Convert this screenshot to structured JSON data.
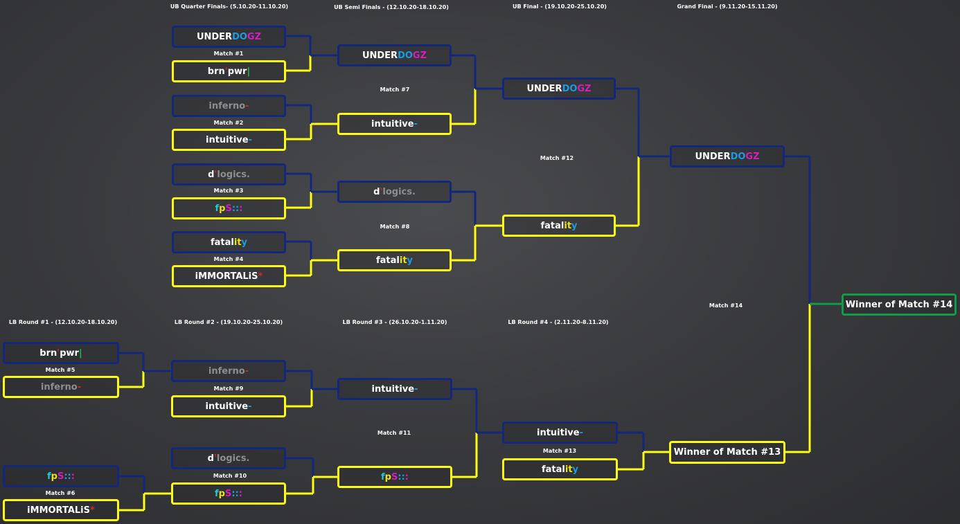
{
  "colors": {
    "upper_wire": "#13287a",
    "lower_wire": "#ffff14",
    "final_wire": "#119b4b"
  },
  "headers": [
    {
      "id": "ubqf",
      "text": "UB Quarter Finals- (5.10.20-11.10.20)"
    },
    {
      "id": "ubsf",
      "text": "UB Semi Finals - (12.10.20-18.10.20)"
    },
    {
      "id": "ubf",
      "text": "UB Final - (19.10.20-25.10.20)"
    },
    {
      "id": "gf",
      "text": "Grand Final - (9.11.20-15.11.20)"
    },
    {
      "id": "lb1",
      "text": "LB Round #1 - (12.10.20-18.10.20)"
    },
    {
      "id": "lb2",
      "text": "LB Round #2 - (19.10.20-25.10.20)"
    },
    {
      "id": "lb3",
      "text": "LB Round #3 - (26.10.20-1.11.20)"
    },
    {
      "id": "lb4",
      "text": "LB Round #4 - (2.11.20-8.11.20)"
    }
  ],
  "matches": [
    {
      "id": "m1",
      "label": "Match #1"
    },
    {
      "id": "m2",
      "label": "Match #2"
    },
    {
      "id": "m3",
      "label": "Match #3"
    },
    {
      "id": "m4",
      "label": "Match #4"
    },
    {
      "id": "m5",
      "label": "Match #5"
    },
    {
      "id": "m6",
      "label": "Match #6"
    },
    {
      "id": "m7",
      "label": "Match #7"
    },
    {
      "id": "m8",
      "label": "Match #8"
    },
    {
      "id": "m9",
      "label": "Match #9"
    },
    {
      "id": "m10",
      "label": "Match #10"
    },
    {
      "id": "m11",
      "label": "Match #11"
    },
    {
      "id": "m12",
      "label": "Match #12"
    },
    {
      "id": "m13",
      "label": "Match #13"
    },
    {
      "id": "m14",
      "label": "Match #14"
    }
  ],
  "teams": {
    "underdogz": {
      "parts": [
        {
          "t": "UNDER",
          "c": "#ffffff"
        },
        {
          "t": "DO",
          "c": "#1e9be0"
        },
        {
          "t": "GZ",
          "c": "#d31fbe"
        }
      ]
    },
    "brnpwr": {
      "parts": [
        {
          "t": "brn",
          "c": "#ffffff"
        },
        {
          "t": "'",
          "c": "#cc2a2a"
        },
        {
          "t": "pwr",
          "c": "#ffffff"
        },
        {
          "t": "|",
          "c": "#1fbf4b"
        }
      ]
    },
    "inferno": {
      "parts": [
        {
          "t": "inferno",
          "c": "#8d8e90"
        },
        {
          "t": " -",
          "c": "#cc2a2a"
        }
      ]
    },
    "intuitive": {
      "parts": [
        {
          "t": "intuitive",
          "c": "#ffffff"
        },
        {
          "t": " -",
          "c": "#1e9be0"
        }
      ]
    },
    "dlogics": {
      "parts": [
        {
          "t": "d",
          "c": "#ffffff"
        },
        {
          "t": "'",
          "c": "#cc2a2a"
        },
        {
          "t": "logics",
          "c": "#8d8e90"
        },
        {
          "t": ".",
          "c": "#8d8e90"
        }
      ]
    },
    "fps": {
      "parts": [
        {
          "t": "f",
          "c": "#1ec8d8"
        },
        {
          "t": "p",
          "c": "#e8e11e"
        },
        {
          "t": "S",
          "c": "#d31fbe"
        },
        {
          "t": "::",
          "c": "#1e9be0"
        },
        {
          "t": ":",
          "c": "#d31fbe"
        }
      ]
    },
    "fatality": {
      "parts": [
        {
          "t": "fatal",
          "c": "#ffffff"
        },
        {
          "t": "it",
          "c": "#e8e11e"
        },
        {
          "t": "y",
          "c": "#1e9be0"
        }
      ]
    },
    "immortalis": {
      "parts": [
        {
          "t": "iMMORTALiS",
          "c": "#ffffff"
        },
        {
          "t": "*",
          "c": "#cc2a2a"
        }
      ]
    }
  },
  "slots": {
    "qf1": "underdogz",
    "qf2": "brnpwr",
    "qf3": "inferno",
    "qf4": "intuitive",
    "qf5": "dlogics",
    "qf6": "fps",
    "qf7": "fatality",
    "qf8": "immortalis",
    "sf1": "underdogz",
    "sf2": "intuitive",
    "sf3": "dlogics",
    "sf4": "fatality",
    "uf1": "underdogz",
    "uf2": "fatality",
    "gf1": "underdogz",
    "lb1a": "brnpwr",
    "lb1b": "inferno",
    "lb1c": "fps",
    "lb1d": "immortalis",
    "lb2a": "inferno",
    "lb2b": "intuitive",
    "lb2c": "dlogics",
    "lb2d": "fps",
    "lb3a": "intuitive",
    "lb3b": "fps",
    "lb4a": "intuitive",
    "lb4b": "fatality"
  },
  "placeholders": {
    "winner13": "Winner of Match #13",
    "winner14": "Winner of Match #14"
  }
}
